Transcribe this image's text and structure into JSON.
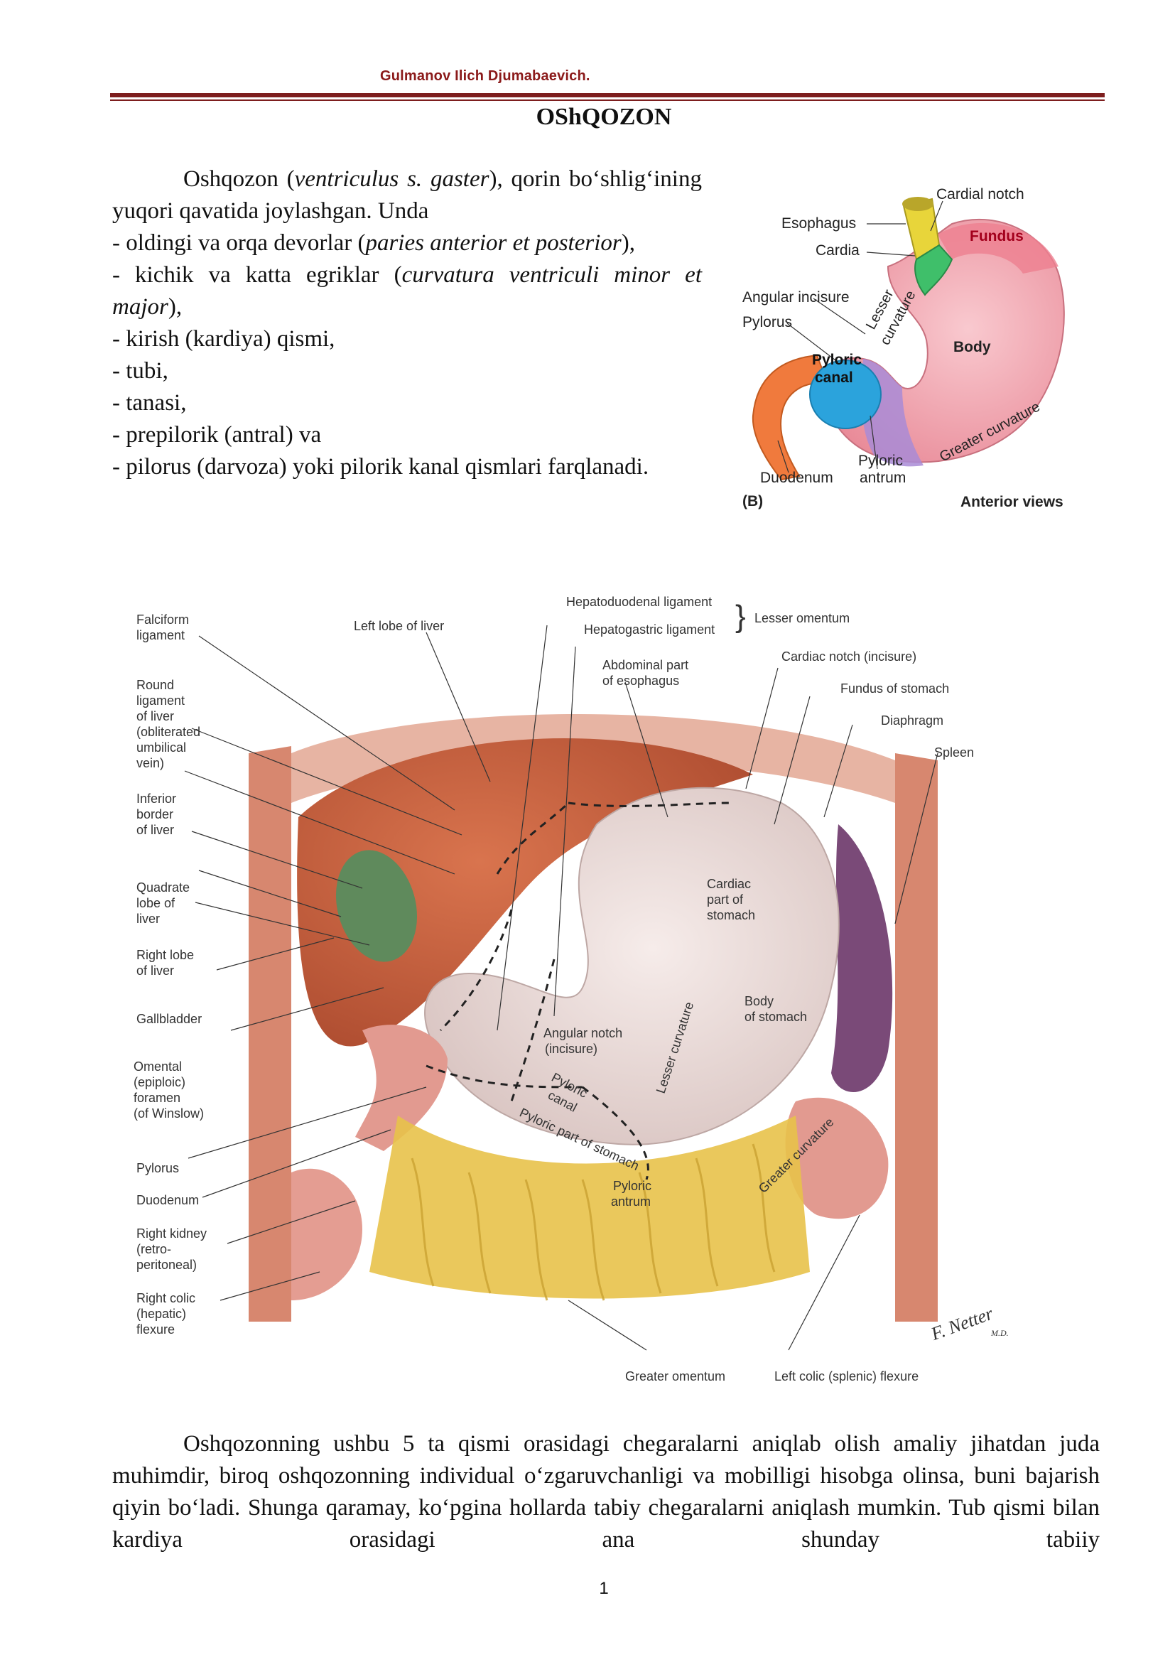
{
  "header": {
    "author": "Gulmanov Ilich Djumabaevich."
  },
  "title": "OShQOZON",
  "intro": {
    "first_line": [
      {
        "t": "Oshqozon (",
        "i": false
      },
      {
        "t": "ventriculus s. gaster",
        "i": true
      },
      {
        "t": "), qorin bo‘shlig‘ining yuqori qavatida joylashgan. Unda",
        "i": false
      }
    ],
    "items": [
      [
        {
          "t": "- oldingi va orqa devorlar (",
          "i": false
        },
        {
          "t": "paries anterior et posterior",
          "i": true
        },
        {
          "t": "),",
          "i": false
        }
      ],
      [
        {
          "t": "- kichik va katta egriklar (",
          "i": false
        },
        {
          "t": "curvatura ventriculi minor et major",
          "i": true
        },
        {
          "t": "),",
          "i": false
        }
      ],
      [
        {
          "t": "- kirish (kardiya) qismi,",
          "i": false
        }
      ],
      [
        {
          "t": "- tubi,",
          "i": false
        }
      ],
      [
        {
          "t": "- tanasi,",
          "i": false
        }
      ],
      [
        {
          "t": "- prepilorik (antral) va",
          "i": false
        }
      ],
      [
        {
          "t": "- pilorus (darvoza) yoki pilorik kanal qismlari farqlanadi.",
          "i": false
        }
      ]
    ]
  },
  "figure_small": {
    "labels": {
      "cardial_notch": "Cardial notch",
      "esophagus": "Esophagus",
      "fundus": "Fundus",
      "cardia": "Cardia",
      "angular_incisure": "Angular incisure",
      "lesser_curvature_1": "Lesser",
      "lesser_curvature_2": "curvature",
      "pylorus": "Pylorus",
      "pyloric_canal_1": "Pyloric",
      "pyloric_canal_2": "canal",
      "body": "Body",
      "greater_curvature": "Greater curvature",
      "pyloric_antrum_1": "Pyloric",
      "pyloric_antrum_2": "antrum",
      "duodenum": "Duodenum",
      "panel": "(B)",
      "views": "Anterior views"
    },
    "colors": {
      "stomach": "#ef9aa6",
      "fundus": "#ee8090",
      "esophagus": "#e8d53a",
      "cardia": "#3fbf6a",
      "pyloric_canal": "#2ba3dc",
      "antrum": "#a98bd6",
      "duodenum": "#f07a3d"
    }
  },
  "figure_big": {
    "labels": {
      "falciform": [
        "Falciform",
        "ligament"
      ],
      "round_ligament": [
        "Round",
        "ligament",
        "of liver",
        "(obliterated",
        "umbilical",
        "vein)"
      ],
      "inferior_border": [
        "Inferior",
        "border",
        "of liver"
      ],
      "quadrate_lobe": [
        "Quadrate",
        "lobe of",
        "liver"
      ],
      "right_lobe": [
        "Right lobe",
        "of liver"
      ],
      "gallbladder": [
        "Gallbladder"
      ],
      "omental_foramen": [
        "Omental",
        "(epiploic)",
        "foramen",
        "(of Winslow)"
      ],
      "pylorus": [
        "Pylorus"
      ],
      "duodenum": [
        "Duodenum"
      ],
      "right_kidney": [
        "Right kidney",
        "(retro-",
        "peritoneal)"
      ],
      "right_colic": [
        "Right colic",
        "(hepatic)",
        "flexure"
      ],
      "left_lobe": [
        "Left lobe of liver"
      ],
      "hepatoduodenal": [
        "Hepatoduodenal ligament"
      ],
      "hepatogastric": [
        "Hepatogastric ligament"
      ],
      "lesser_omentum": [
        "Lesser omentum"
      ],
      "abdominal_esophagus": [
        "Abdominal part",
        "of esophagus"
      ],
      "cardiac_notch": [
        "Cardiac notch (incisure)"
      ],
      "fundus_stomach": [
        "Fundus of stomach"
      ],
      "diaphragm": [
        "Diaphragm"
      ],
      "spleen": [
        "Spleen"
      ],
      "cardiac_part": [
        "Cardiac",
        "part of",
        "stomach"
      ],
      "body_stomach": [
        "Body",
        "of stomach"
      ],
      "angular_notch": [
        "Angular notch",
        "(incisure)"
      ],
      "lesser_curvature": [
        "Lesser curvature"
      ],
      "pyloric_canal": [
        "Pyloric",
        "canal"
      ],
      "pyloric_part": [
        "Pyloric part of stomach"
      ],
      "pyloric_antrum": [
        "Pyloric",
        "antrum"
      ],
      "greater_curvature": [
        "Greater curvature"
      ],
      "greater_omentum": [
        "Greater omentum"
      ],
      "left_colic": [
        "Left colic (splenic) flexure"
      ],
      "signature": [
        "F. Netter",
        "M.D."
      ]
    }
  },
  "body_text": "Oshqozonning ushbu 5 ta qismi orasidagi chegaralarni aniqlab olish amaliy jihatdan juda muhimdir, biroq oshqozonning individual o‘zgaruvchanligi va mobilligi hisobga olinsa, buni bajarish qiyin bo‘ladi. Shunga qaramay, ko‘pgina hollarda tabiy chegaralarni aniqlash mumkin. Tub qismi bilan kardiya orasidagi ana shunday tabiiy",
  "page_number": "1"
}
